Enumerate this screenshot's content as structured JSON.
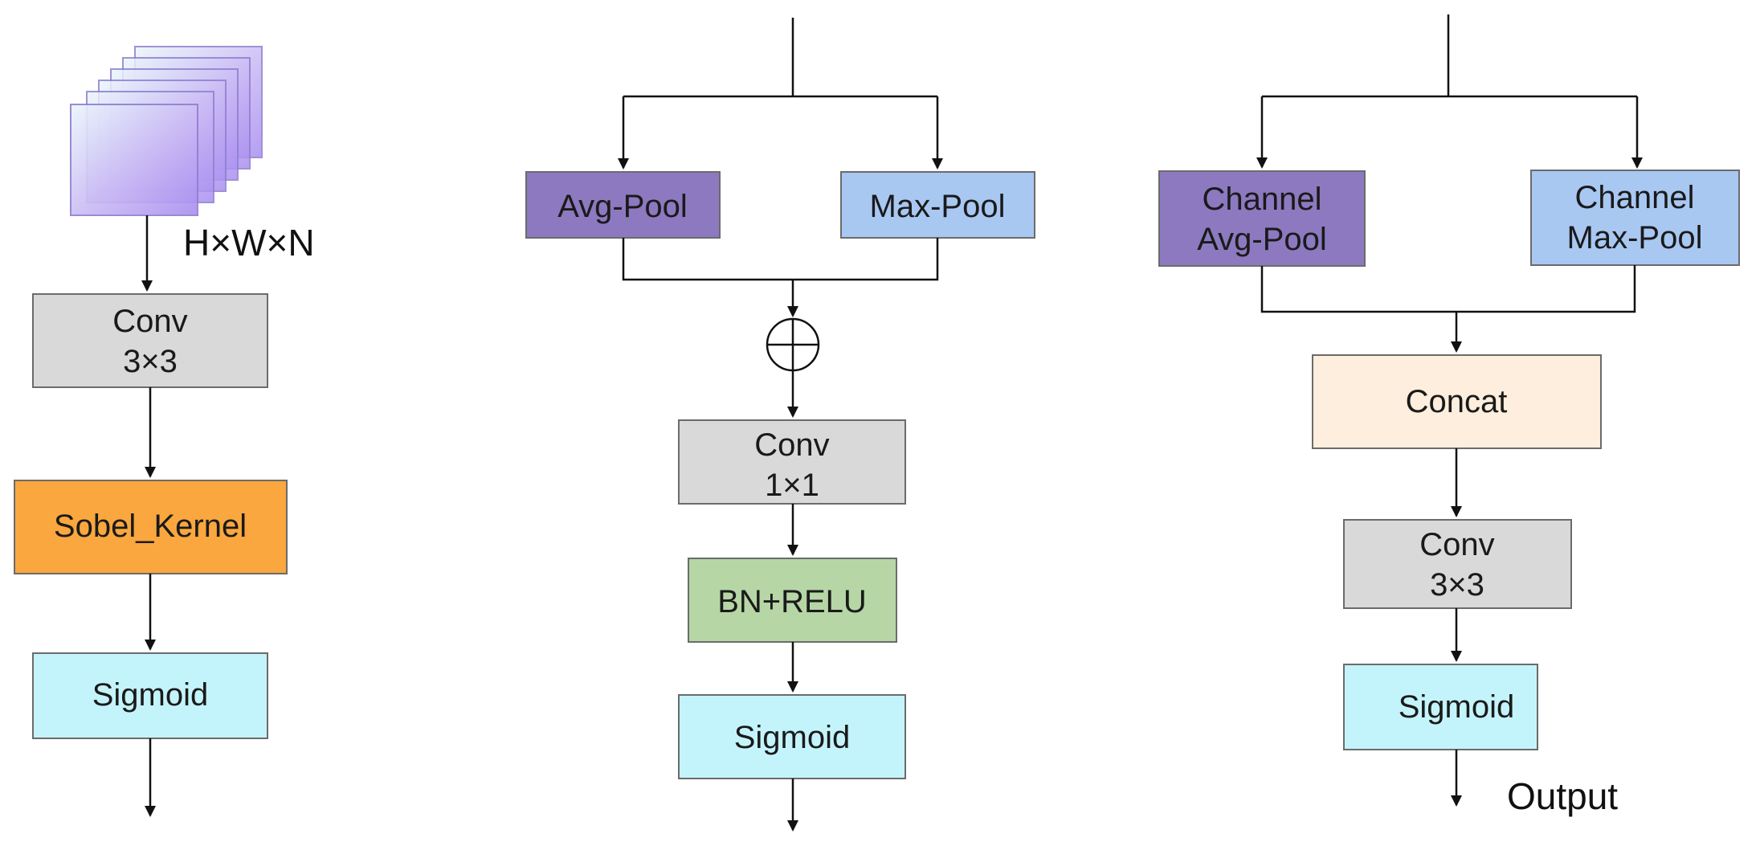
{
  "colors": {
    "conv": "#d9d9d9",
    "sobel": "#f9a73e",
    "sigmoid": "#c4f4fb",
    "avg_pool": "#8c79c0",
    "max_pool": "#a8c8f2",
    "bn_relu": "#b6d6a6",
    "concat": "#fdeedd",
    "stack_light": "#e8f3fb",
    "stack_mid": "#b9a6f0"
  },
  "edge_branch": {
    "input_label": "H×W×N",
    "conv": {
      "line1": "Conv",
      "line2": "3×3"
    },
    "sobel": "Sobel_Kernel",
    "sigmoid": "Sigmoid"
  },
  "channel_branch": {
    "avg_pool": "Avg-Pool",
    "max_pool": "Max-Pool",
    "add_symbol": "element-wise-sum",
    "conv": {
      "line1": "Conv",
      "line2": "1×1"
    },
    "bn_relu": "BN+RELU",
    "sigmoid": "Sigmoid"
  },
  "spatial_branch": {
    "avg_pool": {
      "line1": "Channel",
      "line2": "Avg-Pool"
    },
    "max_pool": {
      "line1": "Channel",
      "line2": "Max-Pool"
    },
    "concat": "Concat",
    "conv": {
      "line1": "Conv",
      "line2": "3×3"
    },
    "sigmoid": "Sigmoid",
    "output_label": "Output"
  }
}
